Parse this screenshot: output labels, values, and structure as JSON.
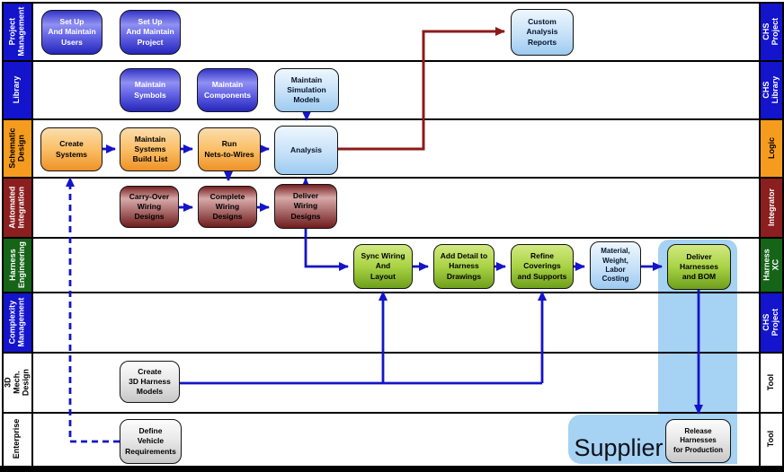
{
  "colors": {
    "lane-blue": "#1414CC",
    "lane-orange": "#F59C1E",
    "lane-maroon": "#8B1E1E",
    "lane-green": "#166418",
    "conn-blue": "#1414C8",
    "conn-red": "#8B1A1A",
    "band": "#A6D2F3"
  },
  "lanes_left": [
    {
      "label": "Project\nManagement"
    },
    {
      "label": "Library"
    },
    {
      "label": "Schematic\nDesign"
    },
    {
      "label": "Automated\nIntegration"
    },
    {
      "label": "Harness\nEngineering"
    },
    {
      "label": "Complexity\nManagement"
    },
    {
      "label": "3D Mech.\nDesign"
    },
    {
      "label": "Enterprise"
    }
  ],
  "lanes_right": [
    {
      "label": "CHS Project"
    },
    {
      "label": "CHS Library"
    },
    {
      "label": "Logic"
    },
    {
      "label": "Integrator"
    },
    {
      "label": "Harness XC"
    },
    {
      "label": "CHS Project"
    },
    {
      "label": "Tool"
    },
    {
      "label": "Tool"
    }
  ],
  "nodes": {
    "setup_users": {
      "label": "Set Up\nAnd Maintain\nUsers"
    },
    "setup_project": {
      "label": "Set Up\nAnd Maintain\nProject"
    },
    "custom_reports": {
      "label": "Custom\nAnalysis\nReports"
    },
    "maintain_symbols": {
      "label": "Maintain\nSymbols"
    },
    "maintain_components": {
      "label": "Maintain\nComponents"
    },
    "maintain_sim_models": {
      "label": "Maintain\nSimulation\nModels"
    },
    "create_systems": {
      "label": "Create\nSystems"
    },
    "maintain_build_list": {
      "label": "Maintain\nSystems\nBuild List"
    },
    "run_nets_to_wires": {
      "label": "Run\nNets-to-Wires"
    },
    "analysis": {
      "label": "Analysis"
    },
    "carry_over_wiring": {
      "label": "Carry-Over\nWiring\nDesigns"
    },
    "complete_wiring": {
      "label": "Complete\nWiring\nDesigns"
    },
    "deliver_wiring": {
      "label": "Deliver\nWiring\nDesigns"
    },
    "sync_wiring": {
      "label": "Sync Wiring\nAnd\nLayout"
    },
    "add_detail": {
      "label": "Add Detail to\nHarness\nDrawings"
    },
    "refine_coverings": {
      "label": "Refine\nCoverings\nand Supports"
    },
    "material_costing": {
      "label": "Material,\nWeight,\nLabor\nCosting"
    },
    "deliver_harnesses": {
      "label": "Deliver\nHarnesses\nand BOM"
    },
    "create_3d_models": {
      "label": "Create\n3D Harness\nModels"
    },
    "define_vehicle": {
      "label": "Define\nVehicle\nRequirements"
    },
    "release_harnesses": {
      "label": "Release\nHarnesses\nfor Production"
    }
  },
  "supplier": {
    "label": "Supplier"
  }
}
